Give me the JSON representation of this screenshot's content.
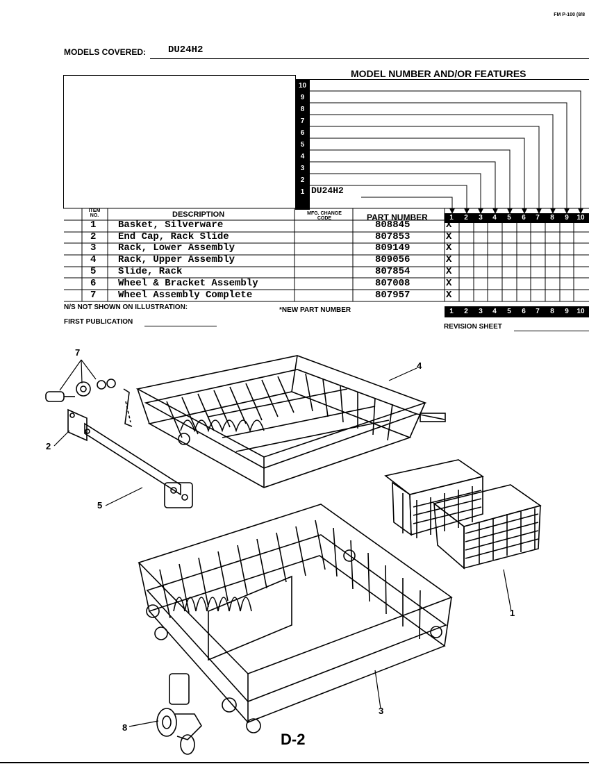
{
  "form_id": "FM P-100 (8/8",
  "models_covered_label": "MODELS COVERED:",
  "models_covered_value": "DU24H2",
  "model_features_title": "MODEL NUMBER AND/OR FEATURES",
  "model_columns": [
    "1",
    "2",
    "3",
    "4",
    "5",
    "6",
    "7",
    "8",
    "9",
    "10"
  ],
  "model_entry": "DU24H2",
  "table": {
    "headers": {
      "item_no": "ITEM NO.",
      "description": "DESCRIPTION",
      "mfg_change_code": "MFG. CHANGE CODE",
      "part_number": "PART NUMBER"
    },
    "rows": [
      {
        "item": "1",
        "description": "Basket, Silverware",
        "part_number": "808845",
        "mark": "X"
      },
      {
        "item": "2",
        "description": "End Cap, Rack Slide",
        "part_number": "807853",
        "mark": "X"
      },
      {
        "item": "3",
        "description": "Rack, Lower Assembly",
        "part_number": "809149",
        "mark": "X"
      },
      {
        "item": "4",
        "description": "Rack, Upper Assembly",
        "part_number": "809056",
        "mark": "X"
      },
      {
        "item": "5",
        "description": "Slide, Rack",
        "part_number": "807854",
        "mark": "X"
      },
      {
        "item": "6",
        "description": "Wheel & Bracket Assembly",
        "part_number": "807008",
        "mark": "X"
      },
      {
        "item": "7",
        "description": "Wheel Assembly Complete",
        "part_number": "807957",
        "mark": "X"
      }
    ]
  },
  "footer": {
    "ns_note": "N/S NOT SHOWN ON ILLUSTRATION:",
    "new_part": "*NEW PART NUMBER",
    "first_publication": "FIRST PUBLICATION",
    "revision_sheet": "REVISION SHEET"
  },
  "callouts": {
    "c1": "1",
    "c2": "2",
    "c3": "3",
    "c4": "4",
    "c5": "5",
    "c7": "7",
    "c8": "8"
  },
  "page_label": "D-2"
}
